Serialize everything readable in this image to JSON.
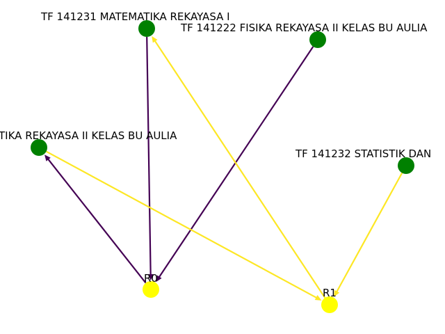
{
  "graph": {
    "nodes": [
      {
        "id": "mk1",
        "label": "TF 141231 MATEMATIKA REKAYASA I",
        "color": "#008000",
        "kind": "course"
      },
      {
        "id": "mk2",
        "label": "TF 141222 FISIKA REKAYASA II KELAS BU AULIA",
        "color": "#008000",
        "kind": "course"
      },
      {
        "id": "mk3",
        "label": "TIKA REKAYASA II KELAS BU AULIA",
        "color": "#008000",
        "kind": "course"
      },
      {
        "id": "mk4",
        "label": "TF 141232 STATISTIK DAN",
        "color": "#008000",
        "kind": "course"
      },
      {
        "id": "r0",
        "label": "R0",
        "color": "#ffff00",
        "kind": "room"
      },
      {
        "id": "r1",
        "label": "R1",
        "color": "#ffff00",
        "kind": "room"
      }
    ],
    "edges": [
      {
        "from": "mk1",
        "to": "r0",
        "color": "#440154"
      },
      {
        "from": "mk2",
        "to": "r0",
        "color": "#440154"
      },
      {
        "from": "r0",
        "to": "mk3",
        "color": "#440154"
      },
      {
        "from": "mk3",
        "to": "r1",
        "color": "#fde725"
      },
      {
        "from": "mk4",
        "to": "r1",
        "color": "#fde725"
      },
      {
        "from": "r1",
        "to": "mk1",
        "color": "#fde725"
      }
    ]
  }
}
